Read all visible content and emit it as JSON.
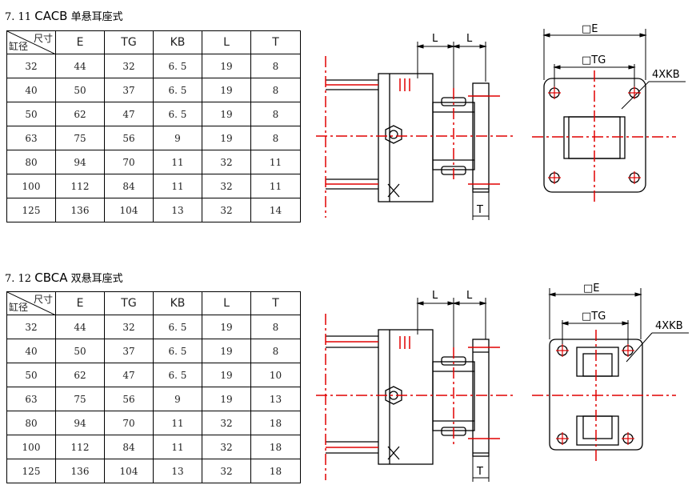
{
  "sections": [
    {
      "number": "7. 11",
      "code": "CACB",
      "name": "单悬耳座式",
      "corner_top": "尺寸",
      "corner_bottom": "缸径",
      "columns": [
        "E",
        "TG",
        "KB",
        "L",
        "T"
      ],
      "rows": [
        [
          "32",
          "44",
          "32",
          "6. 5",
          "19",
          "8"
        ],
        [
          "40",
          "50",
          "37",
          "6. 5",
          "19",
          "8"
        ],
        [
          "50",
          "62",
          "47",
          "6. 5",
          "19",
          "8"
        ],
        [
          "63",
          "75",
          "56",
          "9",
          "19",
          "8"
        ],
        [
          "80",
          "94",
          "70",
          "11",
          "32",
          "11"
        ],
        [
          "100",
          "112",
          "84",
          "11",
          "32",
          "11"
        ],
        [
          "125",
          "136",
          "104",
          "13",
          "32",
          "14"
        ]
      ],
      "side_view": {
        "dim_left": "L",
        "dim_right": "L",
        "dim_bottom": "T"
      },
      "front_view": {
        "dim_outer": "□E",
        "dim_inner": "□TG",
        "hole_note": "4XKB"
      }
    },
    {
      "number": "7. 12",
      "code": "CBCA",
      "name": "双悬耳座式",
      "corner_top": "尺寸",
      "corner_bottom": "缸径",
      "columns": [
        "E",
        "TG",
        "KB",
        "L",
        "T"
      ],
      "rows": [
        [
          "32",
          "44",
          "32",
          "6. 5",
          "19",
          "8"
        ],
        [
          "40",
          "50",
          "37",
          "6. 5",
          "19",
          "8"
        ],
        [
          "50",
          "62",
          "47",
          "6. 5",
          "19",
          "10"
        ],
        [
          "63",
          "75",
          "56",
          "9",
          "19",
          "13"
        ],
        [
          "80",
          "94",
          "70",
          "11",
          "32",
          "18"
        ],
        [
          "100",
          "112",
          "84",
          "11",
          "32",
          "18"
        ],
        [
          "125",
          "136",
          "104",
          "13",
          "32",
          "18"
        ]
      ],
      "side_view": {
        "dim_left": "L",
        "dim_right": "L",
        "dim_bottom": "T"
      },
      "front_view": {
        "dim_outer": "□E",
        "dim_inner": "□TG",
        "hole_note": "4XKB"
      }
    }
  ],
  "colors": {
    "centerline": "#e00000",
    "outline": "#000000"
  }
}
